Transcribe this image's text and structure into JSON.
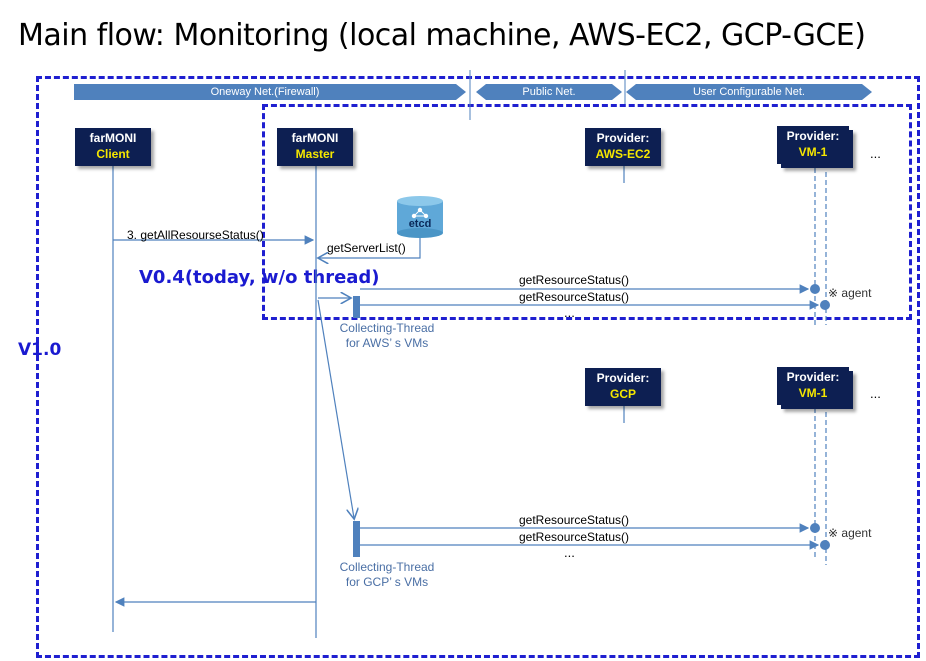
{
  "title": "Main flow: Monitoring (local machine, AWS-EC2, GCP-GCE)",
  "scope_labels": {
    "v10": "V1.0",
    "v04": "V0.4(today, w/o thread)"
  },
  "network_bands": {
    "oneway": "Oneway Net.(Firewall)",
    "public": "Public Net.",
    "user": "User Configurable Net."
  },
  "actors": {
    "client": {
      "line1": "farMONI",
      "line2": "Client"
    },
    "master": {
      "line1": "farMONI",
      "line2": "Master"
    },
    "aws": {
      "line1": "Provider:",
      "line2": "AWS-EC2"
    },
    "vm1_top": {
      "line1": "Provider:",
      "line2": "VM-1"
    },
    "gcp": {
      "line1": "Provider:",
      "line2": "GCP"
    },
    "vm1_bottom": {
      "line1": "Provider:",
      "line2": "VM-1"
    }
  },
  "etcd_label": "etcd",
  "ellipsis": "...",
  "messages": {
    "get_all": "3. getAllResourseStatus()",
    "get_server_list": "getServerList()",
    "get_resource_1": "getResourceStatus()",
    "get_resource_2": "getResourceStatus()",
    "get_resource_3": "getResourceStatus()",
    "get_resource_4": "getResourceStatus()"
  },
  "threads": {
    "aws": {
      "line1": "Collecting-Thread",
      "line2": "for AWS’ s VMs"
    },
    "gcp": {
      "line1": "Collecting-Thread",
      "line2": "for GCP’ s VMs"
    }
  },
  "agent_label": "※ agent",
  "colors": {
    "frame": "#1f1fd0",
    "band": "#4f81bd",
    "actor_bg": "#0d1f52",
    "actor_accent": "#f5e700",
    "arrow": "#4f81bd",
    "scope_text": "#1a1ad0"
  }
}
